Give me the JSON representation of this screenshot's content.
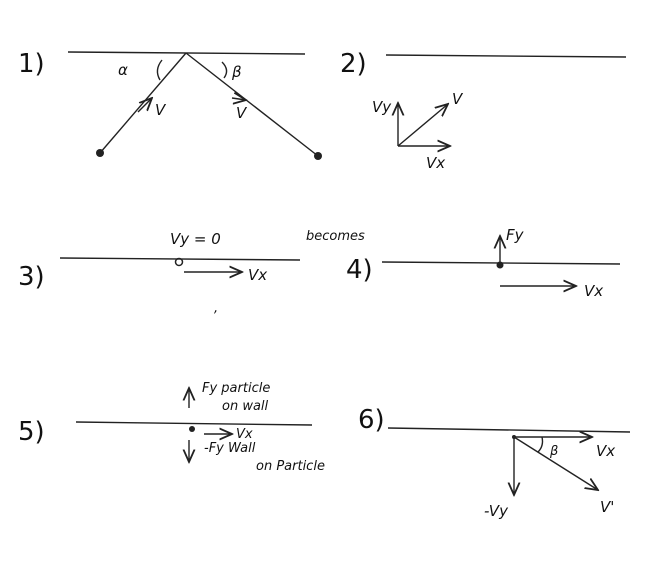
{
  "panels": {
    "p1": {
      "number": "1)",
      "alpha": "α",
      "beta": "β",
      "v_in": "V",
      "v_out": "V"
    },
    "p2": {
      "number": "2)",
      "vy": "Vy",
      "v": "V",
      "vx": "Vx"
    },
    "p3": {
      "number": "3)",
      "vy_zero": "Vy = 0",
      "vx": "Vx",
      "becomes": "becomes"
    },
    "p4": {
      "number": "4)",
      "fy": "Fy",
      "vx": "Vx"
    },
    "p5": {
      "number": "5)",
      "fy_line1": "Fy particle",
      "fy_line2": "on wall",
      "vx": "Vx",
      "neg_fy_line1": "-Fy Wall",
      "neg_fy_line2": "on Particle"
    },
    "p6": {
      "number": "6)",
      "beta": "β",
      "vx": "Vx",
      "neg_vy": "-Vy",
      "v_prime": "V'"
    }
  }
}
